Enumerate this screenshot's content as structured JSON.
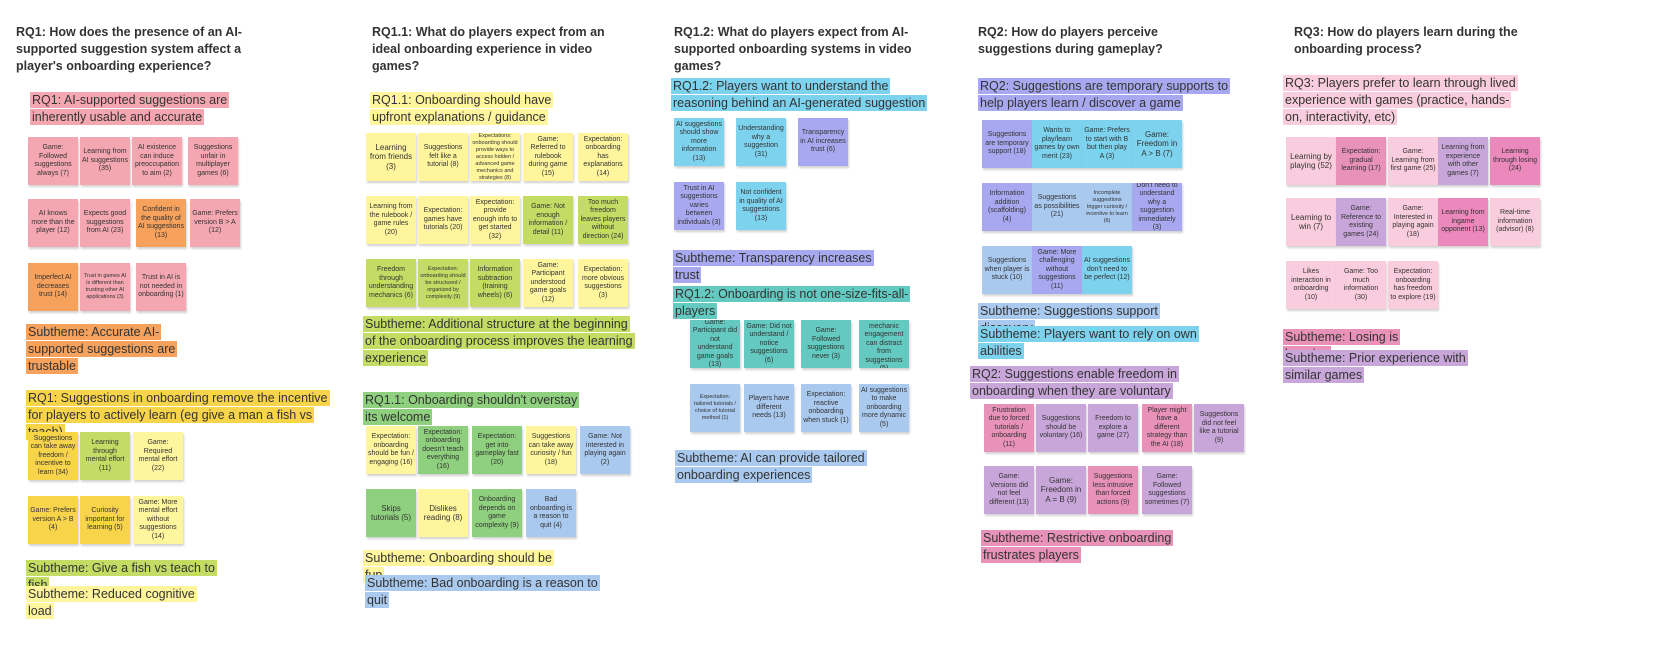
{
  "colors": {
    "pink": "#f4a7b0",
    "orange": "#f7a25c",
    "yellow": "#fff59d",
    "gold": "#f8d44a",
    "lightgreen": "#c4dc63",
    "green": "#8fd07e",
    "blue": "#a9c9ee",
    "teal": "#64c9c0",
    "cyan": "#7dd2ee",
    "lavender": "#a8a8f0",
    "magenta": "#e892b9",
    "purple": "#c9a6d9",
    "lightpink": "#f9cddd",
    "hotpink": "#eb88bc"
  },
  "questions": [
    {
      "id": "rq1",
      "text": "RQ1: How does the presence of an AI-supported suggestion system affect a player's onboarding experience?"
    },
    {
      "id": "rq1-1",
      "text": "RQ1.1: What do players expect from an ideal onboarding experience in video games?"
    },
    {
      "id": "rq1-2",
      "text": "RQ1.2: What do players expect from AI-supported onboarding systems in video games?"
    },
    {
      "id": "rq2",
      "text": "RQ2: How do players perceive suggestions during gameplay?"
    },
    {
      "id": "rq3",
      "text": "RQ3: How do players learn during the onboarding process?"
    }
  ],
  "themes": [
    {
      "text": "RQ1: AI-supported suggestions are inherently usable and accurate",
      "color": "#f4a7b0"
    },
    {
      "text": "Subtheme: Accurate AI-supported suggestions are trustable",
      "color": "#f7a25c"
    },
    {
      "text": "RQ1: Suggestions in onboarding remove the incentive for players to actively learn (eg give a man a fish vs teach)",
      "color": "#f8d44a"
    },
    {
      "text": "Subtheme: Give a fish vs teach to fish",
      "color": "#c4dc63"
    },
    {
      "text": "Subtheme: Reduced cognitive load",
      "color": "#fff59d"
    },
    {
      "text": "RQ1.1: Onboarding should have upfront explanations / guidance",
      "color": "#fff59d"
    },
    {
      "text": "Subtheme: Additional structure at the beginning of the onboarding process improves the learning experience",
      "color": "#c4dc63"
    },
    {
      "text": "RQ1.1: Onboarding shouldn't overstay its welcome",
      "color": "#8fd07e"
    },
    {
      "text": "Subtheme: Onboarding should be fun",
      "color": "#fff59d"
    },
    {
      "text": "Subtheme: Bad onboarding is a reason to quit",
      "color": "#a9c9ee"
    },
    {
      "text": "RQ1.2: Players want to understand the reasoning behind an AI-generated suggestion",
      "color": "#7dd2ee"
    },
    {
      "text": "Subtheme: Transparency increases trust",
      "color": "#a8a8f0"
    },
    {
      "text": "RQ1.2: Onboarding is not one-size-fits-all-players",
      "color": "#64c9c0"
    },
    {
      "text": "Subtheme: AI can provide tailored onboarding experiences",
      "color": "#a9c9ee"
    },
    {
      "text": "RQ2: Suggestions are temporary supports to help players learn / discover a game",
      "color": "#a8a8f0"
    },
    {
      "text": "Subtheme: Suggestions support discovery",
      "color": "#a9c9ee"
    },
    {
      "text": "Subtheme: Players want to rely on own abilities",
      "color": "#7dd2ee"
    },
    {
      "text": "RQ2: Suggestions enable freedom in onboarding when they are voluntary",
      "color": "#c9a6d9"
    },
    {
      "text": "Subtheme: Restrictive onboarding frustrates players",
      "color": "#e892b9"
    },
    {
      "text": "RQ3: Players prefer to learn through lived experience with games (practice, hands-on, interactivity, etc)",
      "color": "#f9cddd"
    },
    {
      "text": "Subtheme: Losing is learning",
      "color": "#e892b9"
    },
    {
      "text": "Subtheme: Prior experience with similar games",
      "color": "#c9a6d9"
    }
  ],
  "notes": [
    {
      "text": "Game: Followed suggestions always (7)",
      "color": "#f4a7b0"
    },
    {
      "text": "Learning from AI suggestions (35)",
      "color": "#f4a7b0"
    },
    {
      "text": "AI existence can induce preoccupation to aim (2)",
      "color": "#f4a7b0"
    },
    {
      "text": "Suggestions unfair in multiplayer games (6)",
      "color": "#f4a7b0"
    },
    {
      "text": "AI knows more than the player (12)",
      "color": "#f4a7b0"
    },
    {
      "text": "Expects good suggestions from AI (23)",
      "color": "#f4a7b0"
    },
    {
      "text": "Confident in the quality of AI suggestions (13)",
      "color": "#f7a25c"
    },
    {
      "text": "Game: Prefers version B > A (12)",
      "color": "#f4a7b0"
    },
    {
      "text": "Imperfect AI decreases trust (14)",
      "color": "#f7a25c"
    },
    {
      "text": "Trust in games AI is different than trusting other AI applications (3)",
      "color": "#f4a7b0"
    },
    {
      "text": "Trust in AI is not needed in onboarding (1)",
      "color": "#f4a7b0"
    },
    {
      "text": "Suggestions can take away freedom / incentive to learn (34)",
      "color": "#f8d44a"
    },
    {
      "text": "Learning through mental effort (11)",
      "color": "#c4dc63"
    },
    {
      "text": "Game: Required mental effort (22)",
      "color": "#fff59d"
    },
    {
      "text": "Game: Prefers version A > B (4)",
      "color": "#f8d44a"
    },
    {
      "text": "Curiosity important for learning (5)",
      "color": "#f8d44a"
    },
    {
      "text": "Game: More mental effort without suggestions (14)",
      "color": "#fff59d"
    },
    {
      "text": "Learning from friends (3)",
      "color": "#fff59d"
    },
    {
      "text": "Suggestions felt like a tutorial (8)",
      "color": "#fff59d"
    },
    {
      "text": "Expectations: onboarding should provide ways to access hidden / advanced game mechanics and strategies (8)",
      "color": "#fff59d"
    },
    {
      "text": "Game: Referred to rulebook during game (15)",
      "color": "#fff59d"
    },
    {
      "text": "Expectation: onboarding has explanations (14)",
      "color": "#fff59d"
    },
    {
      "text": "Learning from the rulebook / game rules (20)",
      "color": "#fff59d"
    },
    {
      "text": "Expectation: games have tutorials (20)",
      "color": "#fff59d"
    },
    {
      "text": "Expectation: provide enough info to get started (32)",
      "color": "#fff59d"
    },
    {
      "text": "Game: Not enough information / detail (11)",
      "color": "#c4dc63"
    },
    {
      "text": "Too much freedom leaves players without direction (24)",
      "color": "#c4dc63"
    },
    {
      "text": "Freedom through understanding mechanics (6)",
      "color": "#c4dc63"
    },
    {
      "text": "Expectation: onboarding should be structured / organized by complexity (9)",
      "color": "#c4dc63"
    },
    {
      "text": "Information subtraction (training wheels) (6)",
      "color": "#c4dc63"
    },
    {
      "text": "Game: Participant understood game goals (12)",
      "color": "#fff59d"
    },
    {
      "text": "Expectation: more obvious suggestions (3)",
      "color": "#fff59d"
    },
    {
      "text": "Expectation: onboarding should be fun / engaging (16)",
      "color": "#fff59d"
    },
    {
      "text": "Expectation: onboarding doesn't teach everything (16)",
      "color": "#8fd07e"
    },
    {
      "text": "Expectation: get into gameplay fast (20)",
      "color": "#8fd07e"
    },
    {
      "text": "Suggestions can take away curiosity / fun (18)",
      "color": "#fff59d"
    },
    {
      "text": "Game: Not interested in playing again (2)",
      "color": "#a9c9ee"
    },
    {
      "text": "Skips tutorials (5)",
      "color": "#8fd07e"
    },
    {
      "text": "Dislikes reading (8)",
      "color": "#fff59d"
    },
    {
      "text": "Onboarding depends on game complexity (9)",
      "color": "#8fd07e"
    },
    {
      "text": "Bad onboarding is a reason to quit (4)",
      "color": "#a9c9ee"
    },
    {
      "text": "AI suggestions should show more information (13)",
      "color": "#7dd2ee"
    },
    {
      "text": "Understanding why a suggestion (31)",
      "color": "#7dd2ee"
    },
    {
      "text": "Transparency in AI increases trust (6)",
      "color": "#a8a8f0"
    },
    {
      "text": "Trust in AI suggestions varies between individuals (3)",
      "color": "#a8a8f0"
    },
    {
      "text": "Not confident in quality of AI suggestions (13)",
      "color": "#7dd2ee"
    },
    {
      "text": "Game: Participant did not understand game goals (13)",
      "color": "#64c9c0"
    },
    {
      "text": "Game: Did not understand / notice suggestions (6)",
      "color": "#64c9c0"
    },
    {
      "text": "Game: Followed suggestions never (3)",
      "color": "#64c9c0"
    },
    {
      "text": "Game mechanic engagement can distract from suggestions (5)",
      "color": "#64c9c0"
    },
    {
      "text": "Expectation: tailored tutorials / choice of tutorial method (1)",
      "color": "#a9c9ee"
    },
    {
      "text": "Players have different needs (13)",
      "color": "#a9c9ee"
    },
    {
      "text": "Expectation: reactive onboarding when stuck (1)",
      "color": "#a9c9ee"
    },
    {
      "text": "AI suggestions to make onboarding more dynamic (5)",
      "color": "#a9c9ee"
    },
    {
      "text": "Suggestions are temporary support (18)",
      "color": "#a8a8f0"
    },
    {
      "text": "Wants to play/learn games by own merit (23)",
      "color": "#7dd2ee"
    },
    {
      "text": "Game: Prefers to start with B but then play A (3)",
      "color": "#7dd2ee"
    },
    {
      "text": "Game: Freedom in A > B (7)",
      "color": "#7dd2ee"
    },
    {
      "text": "Information addition (scaffolding) (4)",
      "color": "#a8a8f0"
    },
    {
      "text": "Suggestions as possibilities (21)",
      "color": "#a9c9ee"
    },
    {
      "text": "Incomplete suggestions trigger curiosity / incentive to learn (6)",
      "color": "#a9c9ee"
    },
    {
      "text": "Don't need to understand why a suggestion immediately (3)",
      "color": "#a8a8f0"
    },
    {
      "text": "Suggestions when player is stuck (10)",
      "color": "#a9c9ee"
    },
    {
      "text": "Game: More challenging without suggestions (11)",
      "color": "#a8a8f0"
    },
    {
      "text": "AI suggestions don't need to be perfect (12)",
      "color": "#7dd2ee"
    },
    {
      "text": "Frustration due to forced tutorials / onboarding (11)",
      "color": "#e892b9"
    },
    {
      "text": "Suggestions should be voluntary (16)",
      "color": "#c9a6d9"
    },
    {
      "text": "Freedom to explore a game (27)",
      "color": "#c9a6d9"
    },
    {
      "text": "Player might have a different strategy than the AI (18)",
      "color": "#e892b9"
    },
    {
      "text": "Suggestions did not feel like a tutorial (9)",
      "color": "#c9a6d9"
    },
    {
      "text": "Game: Versions did not feel different (13)",
      "color": "#c9a6d9"
    },
    {
      "text": "Game: Freedom in A = B (9)",
      "color": "#c9a6d9"
    },
    {
      "text": "Suggestions less intrusive than forced actions (9)",
      "color": "#e892b9"
    },
    {
      "text": "Game: Followed suggestions sometimes (7)",
      "color": "#c9a6d9"
    },
    {
      "text": "Learning by playing (52)",
      "color": "#f9cddd"
    },
    {
      "text": "Expectation: gradual learning (17)",
      "color": "#e892b9"
    },
    {
      "text": "Game: Learning from first game (25)",
      "color": "#f9cddd"
    },
    {
      "text": "Learning from experience with other games (7)",
      "color": "#c9a6d9"
    },
    {
      "text": "Learning through losing (24)",
      "color": "#eb88bc"
    },
    {
      "text": "Learning to win (7)",
      "color": "#f9cddd"
    },
    {
      "text": "Game: Reference to existing games (24)",
      "color": "#c9a6d9"
    },
    {
      "text": "Game: Interested in playing again (18)",
      "color": "#f9cddd"
    },
    {
      "text": "Learning from ingame opponent (13)",
      "color": "#eb88bc"
    },
    {
      "text": "Real-time information (advisor) (8)",
      "color": "#f9cddd"
    },
    {
      "text": "Likes interaction in onboarding (10)",
      "color": "#f9cddd"
    },
    {
      "text": "Game: Too much information (30)",
      "color": "#f9cddd"
    },
    {
      "text": "Expectation: onboarding has freedom to explore (19)",
      "color": "#f9cddd"
    }
  ]
}
